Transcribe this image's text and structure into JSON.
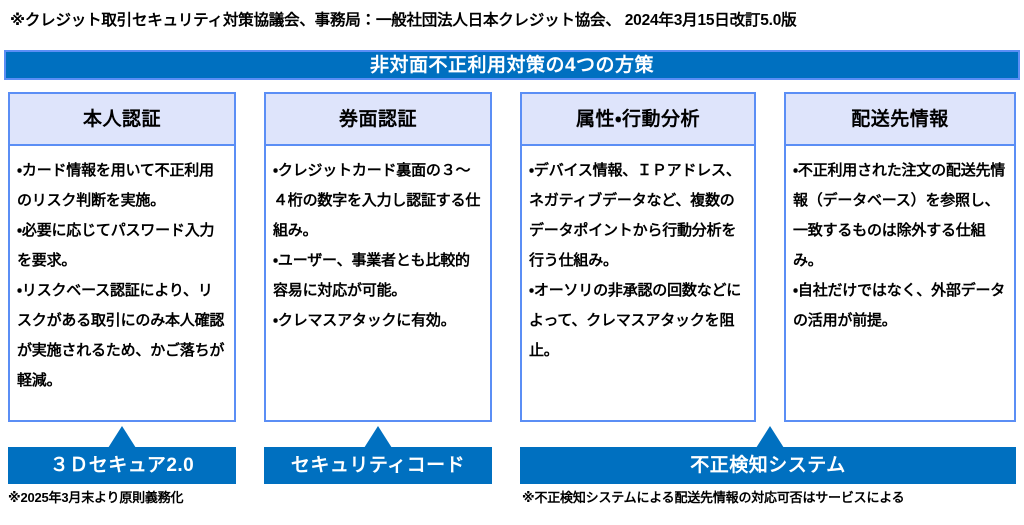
{
  "document": {
    "top_note": "※クレジット取引セキュリティ対策協議会、事務局：一般社団法人日本クレジット協会、 2024年3月15日改訂5.0版",
    "title": "非対面不正利用対策の4つの方策"
  },
  "colors": {
    "brand_blue": "#0070c0",
    "border_blue": "#5b8ef5",
    "header_fill": "#dee4fb",
    "text": "#000000",
    "on_brand_text": "#ffffff"
  },
  "columns": [
    {
      "id": "honnin-ninsho",
      "title": "本人認証",
      "body": "・カード情報を用いて不正利用のリスク判断を実施。\n・必要に応じてパスワード入力を要求。\n・リスクベース認証により、リスクがある取引にのみ本人確認が実施されるため、かご落ちが軽減。"
    },
    {
      "id": "kenmen-ninsho",
      "title": "券面認証",
      "body": "・クレジットカード裏面の３～４桁の数字を入力し認証する仕組み。\n・ユーザー、事業者とも比較的容易に対応が可能。\n・クレマスアタックに有効。"
    },
    {
      "id": "zokusei-kodo-bunseki",
      "title": "属性・行動分析",
      "body": "・デバイス情報、ＩＰアドレス、ネガティブデータなど、複数のデータポイントから行動分析を行う仕組み。\n・オーソリの非承認の回数などによって、クレマスアタックを阻止。"
    },
    {
      "id": "haisosaki-joho",
      "title": "配送先情報",
      "body": "・不正利用された注文の配送先情報（データベース）を参照し、一致するものは除外する仕組み。\n・自社だけではなく、外部データの活用が前提。"
    }
  ],
  "solutions": [
    {
      "id": "3d-secure",
      "label": "３Ｄセキュア2.0"
    },
    {
      "id": "security-code",
      "label": "セキュリティコード"
    },
    {
      "id": "fraud-detection",
      "label": "不正検知システム"
    }
  ],
  "footnotes": {
    "left": "※2025年3月末より原則義務化",
    "right": "※不正検知システムによる配送先情報の対応可否はサービスによる"
  }
}
